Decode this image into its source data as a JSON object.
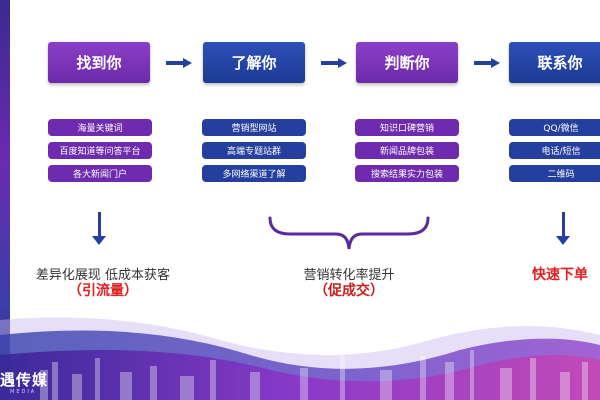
{
  "steps": [
    {
      "label": "找到你",
      "color": "#7a33b8"
    },
    {
      "label": "了解你",
      "color": "#2442a3"
    },
    {
      "label": "判断你",
      "color": "#7a33b8"
    },
    {
      "label": "联系你",
      "color": "#2442a3"
    }
  ],
  "columns": [
    [
      "海量关键词",
      "百度知道等问答平台",
      "各大新闻门户"
    ],
    [
      "营销型网站",
      "高端专题站群",
      "多网络渠道了解"
    ],
    [
      "知识口碑营销",
      "新闻品牌包装",
      "搜索结果实力包装"
    ],
    [
      "QQ/微信",
      "电话/短信",
      "二维码"
    ]
  ],
  "outcomes": {
    "left_line1": "差异化展现  低成本获客",
    "left_line2": "（引流量）",
    "middle_line1": "营销转化率提升",
    "middle_line2": "（促成交）",
    "right_line1": "快速下单"
  },
  "brand": {
    "name": "遇传媒",
    "sub": "MEDIA"
  },
  "colors": {
    "purple": "#7a33b8",
    "blue": "#2442a3",
    "red": "#e02020"
  }
}
